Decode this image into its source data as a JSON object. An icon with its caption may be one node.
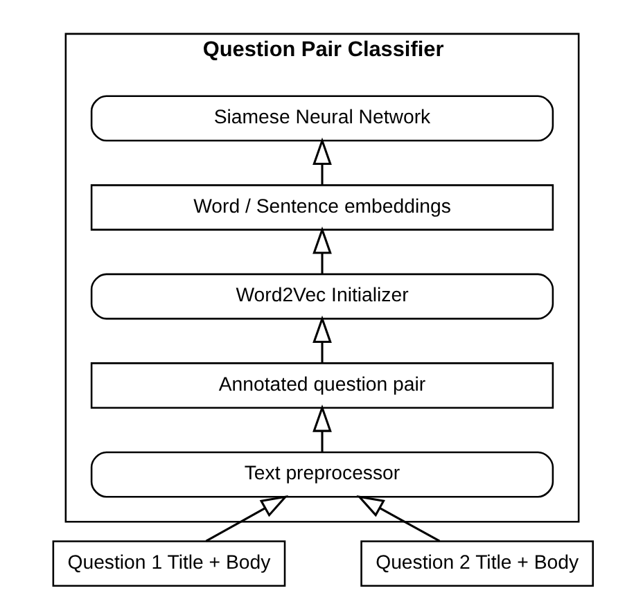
{
  "diagram": {
    "nodes": [
      {
        "text": [
          "Question Pair Classifier"
        ]
      },
      {
        "text": [
          "Siamese Neural Network"
        ],
        "in": 0
      },
      {
        "text": [
          "Word / Sentence embeddings"
        ],
        "in": 0
      },
      {
        "text": [
          "Word2Vec Initializer"
        ],
        "in": 0
      },
      {
        "text": [
          "Annotated question pair"
        ],
        "in": 0
      },
      {
        "text": [
          "Text preprocessor"
        ],
        "in": 0
      },
      {
        "text": [
          "Question 1 Title + Body"
        ]
      },
      {
        "text": [
          "Question 2 Title + Body"
        ]
      }
    ],
    "edges": [
      {
        "from": 6,
        "to": 5,
        "arrow": "to"
      },
      {
        "from": 7,
        "to": 5,
        "arrow": "to"
      },
      {
        "from": 5,
        "to": 4,
        "arrow": "to"
      },
      {
        "from": 4,
        "to": 3,
        "arrow": "to"
      },
      {
        "from": 3,
        "to": 2,
        "arrow": "to"
      },
      {
        "from": 2,
        "to": 1,
        "arrow": "to"
      }
    ]
  }
}
